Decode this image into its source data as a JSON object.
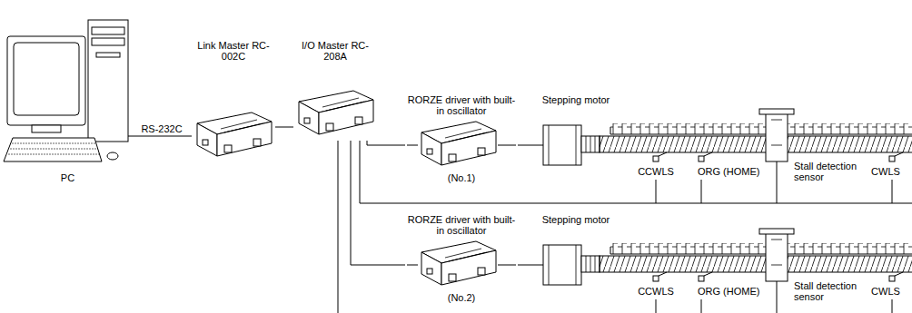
{
  "diagram": {
    "nodes": [
      {
        "text": [
          "PC"
        ]
      },
      {
        "text": [
          "Link Master RC-002C"
        ]
      },
      {
        "text": [
          "I/O Master RC-208A"
        ]
      },
      {
        "text": [
          "RORZE driver with built-in oscillator",
          "(No.1)"
        ]
      },
      {
        "text": [
          "Stepping motor"
        ]
      },
      {
        "text": [
          "RORZE driver with built-in oscillator",
          "(No.2)"
        ]
      },
      {
        "text": [
          "Stepping motor"
        ]
      }
    ],
    "edges": [
      {
        "from": 0,
        "to": 1,
        "label": "RS-232C",
        "arrow": "none"
      },
      {
        "from": 1,
        "to": 2,
        "arrow": "none"
      },
      {
        "from": 2,
        "to": 3,
        "arrow": "none"
      },
      {
        "from": 3,
        "to": 4,
        "arrow": "none"
      },
      {
        "from": 2,
        "to": 5,
        "arrow": "none"
      },
      {
        "from": 5,
        "to": 6,
        "arrow": "none"
      }
    ],
    "labels": [
      "CCWLS",
      "ORG (HOME)",
      "Stall detection sensor",
      "CWLS",
      "CCWLS",
      "ORG (HOME)",
      "Stall detection sensor",
      "CWLS"
    ]
  }
}
